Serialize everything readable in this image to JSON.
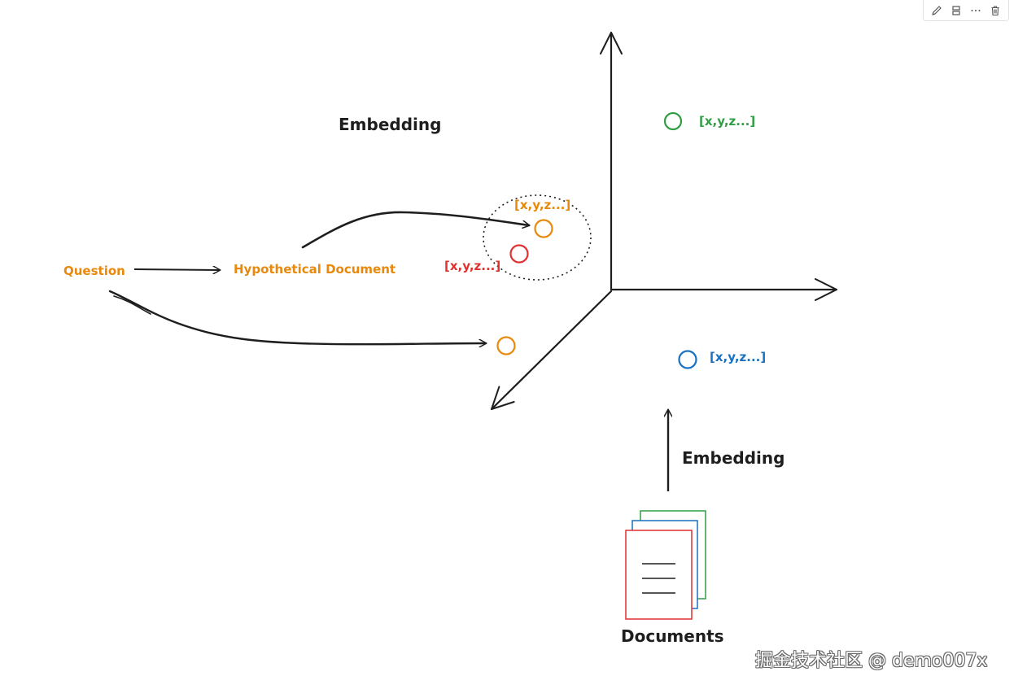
{
  "labels": {
    "embedding_top": "Embedding",
    "embedding_bottom": "Embedding",
    "question": "Question",
    "hypothetical_document": "Hypothetical Document",
    "documents": "Documents",
    "vec_orange": "[x,y,z...]",
    "vec_red": "[x,y,z...]",
    "vec_green": "[x,y,z...]",
    "vec_blue": "[x,y,z...]"
  },
  "colors": {
    "ink": "#1e1e1e",
    "orange": "#e8890c",
    "red": "#e03131",
    "green": "#2f9e44",
    "blue": "#1971c2"
  },
  "toolbar": {
    "icons": [
      "pencil-icon",
      "layout-icon",
      "more-icon",
      "trash-icon"
    ]
  },
  "watermark": "掘金技术社区 @ demo007x"
}
